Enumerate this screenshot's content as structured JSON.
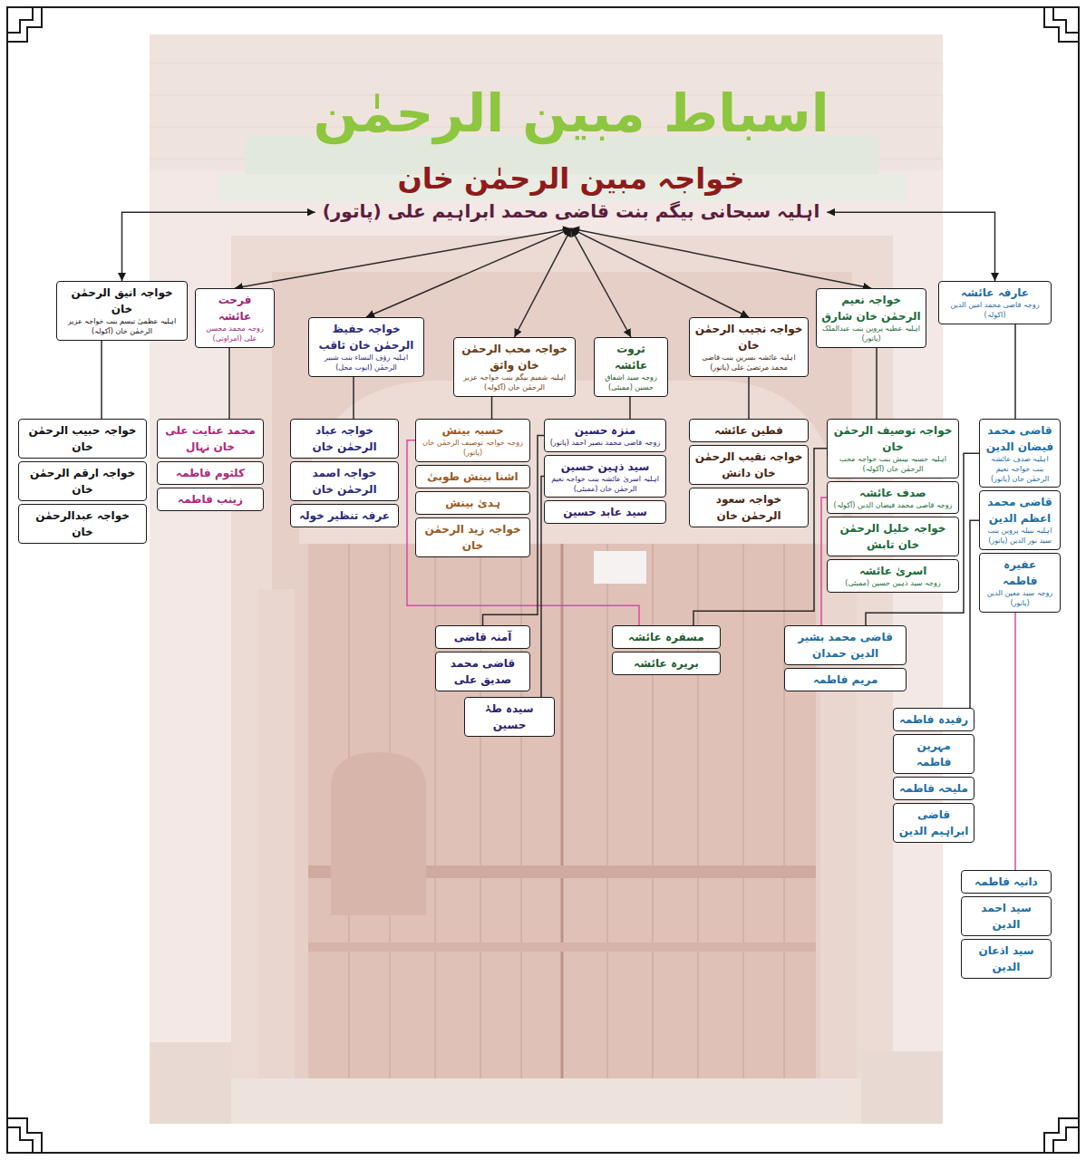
{
  "diagram": {
    "title": "اسباط مبین الرحمٰن",
    "nodes": [
      {
        "text": [
          "خواجہ مبین الرحمٰن خان",
          "اہلیہ سبحانی بیگم بنت قاضی محمد ابراہیم علی (پاتور)"
        ]
      },
      {
        "text": [
          "عارفہ عائشہ",
          "زوجہ قاضی محمد امین الدین (اکولہ)"
        ]
      },
      {
        "text": [
          "خواجہ نعیم الرحمٰن خان شارق",
          "اہلیہ عطیہ پروین بنت عبدالملک (پاتور)"
        ]
      },
      {
        "text": [
          "خواجہ نجیب الرحمٰن خان",
          "اہلیہ عائشہ نسرین بنت قاضی محمد مرتضیٰ علی (پاتور)"
        ]
      },
      {
        "text": [
          "ثروت عائشہ",
          "زوجہ سید اشفاق حسین (ممبئی)"
        ]
      },
      {
        "text": [
          "خواجہ محب الرحمٰن خان واثق",
          "اہلیہ شمیم بیگم بنت خواجہ عزیز الرحمٰن خان (آکولہ)"
        ]
      },
      {
        "text": [
          "خواجہ حفیظ الرحمٰن خان ثاقب",
          "اہلیہ رؤف النساء بنت شبیر الرحمٰن (ایوت محل)"
        ]
      },
      {
        "text": [
          "فرحت عائشہ",
          "زوجہ محمد محسن علی (امراوتی)"
        ]
      },
      {
        "text": [
          "خواجہ انیق الرحمٰن خان",
          "اہلیہ عظمیٰ تبسم بنت خواجہ عزیز الرحمٰن خان (آکولہ)"
        ]
      },
      {
        "text": [
          "قاضی محمد فیضان الدین",
          "اہلیہ صدف عائشہ بنت خواجہ نعیم الرحمٰن خان (پاتور)"
        ]
      },
      {
        "text": [
          "قاضی محمد اعظم الدین",
          "اہلیہ نبیلہ پروین بنت سید نور الدین (پاتور)"
        ]
      },
      {
        "text": [
          "عفیرہ فاطمہ",
          "زوجہ سید معین الدین (پاتور)"
        ]
      },
      {
        "text": [
          "خواجہ توصیف الرحمٰن خان",
          "اہلیہ حسبہ بینش بنت خواجہ محب الرحمٰن خان (آکولہ)"
        ]
      },
      {
        "text": [
          "صدف عائشہ",
          "زوجہ قاضی محمد فیضان الدین (آکولہ)"
        ]
      },
      {
        "text": [
          "خواجہ خلیل الرحمٰن خان تابش"
        ]
      },
      {
        "text": [
          "اسریٰ عائشہ",
          "زوجہ سید ذہین حسین (ممبئی)"
        ]
      },
      {
        "text": [
          "فطین عائشہ"
        ]
      },
      {
        "text": [
          "خواجہ نقیب الرحمٰن خان دانش"
        ]
      },
      {
        "text": [
          "خواجہ سعود الرحمٰن خان"
        ]
      },
      {
        "text": [
          "منزہ حسین",
          "زوجہ قاضی محمد نصیر احمد (پاتور)"
        ]
      },
      {
        "text": [
          "سید ذہین حسین",
          "اہلیہ اسریٰ عائشہ بنت خواجہ نعیم الرحمٰن خان (ممبئی)"
        ]
      },
      {
        "text": [
          "سید عابد حسین"
        ]
      },
      {
        "text": [
          "حسبہ بینش",
          "زوجہ خواجہ توصیف الرحمٰن خان (پاتور)"
        ]
      },
      {
        "text": [
          "اشنا بینش طوبیٰ"
        ]
      },
      {
        "text": [
          "ہدیٰ بینش"
        ]
      },
      {
        "text": [
          "خواجہ زید الرحمٰن خان"
        ]
      },
      {
        "text": [
          "خواجہ عباد الرحمٰن خان"
        ]
      },
      {
        "text": [
          "خواجہ اصمد الرحمٰن خان"
        ]
      },
      {
        "text": [
          "عرفہ تنظیر خولہ"
        ]
      },
      {
        "text": [
          "محمد عنایت علی خان نہال"
        ]
      },
      {
        "text": [
          "کلثوم فاطمہ"
        ]
      },
      {
        "text": [
          "زینب فاطمہ"
        ]
      },
      {
        "text": [
          "خواجہ حبیب الرحمٰن خان"
        ]
      },
      {
        "text": [
          "خواجہ ارقم الرحمٰن خان"
        ]
      },
      {
        "text": [
          "خواجہ عبدالرحمٰن خان"
        ]
      },
      {
        "text": [
          "قاضی محمد بشیر الدین حمدان"
        ]
      },
      {
        "text": [
          "مریم فاطمہ"
        ]
      },
      {
        "text": [
          "مسفرہ عائشہ"
        ]
      },
      {
        "text": [
          "بریرہ عائشہ"
        ]
      },
      {
        "text": [
          "آمنہ قاضی"
        ]
      },
      {
        "text": [
          "قاضی محمد صدیق علی"
        ]
      },
      {
        "text": [
          "سیدہ طہٰ حسین"
        ]
      },
      {
        "text": [
          "رفیدہ فاطمہ"
        ]
      },
      {
        "text": [
          "مہرین فاطمہ"
        ]
      },
      {
        "text": [
          "ملیحہ فاطمہ"
        ]
      },
      {
        "text": [
          "قاضی ابراہیم الدین"
        ]
      },
      {
        "text": [
          "دانیہ فاطمہ"
        ]
      },
      {
        "text": [
          "سید احمد الدین"
        ]
      },
      {
        "text": [
          "سید اذعان الدین"
        ]
      }
    ],
    "edges": [
      {
        "from": 0,
        "to": 1,
        "arrow": "both"
      },
      {
        "from": 0,
        "to": 2,
        "arrow": "both"
      },
      {
        "from": 0,
        "to": 3,
        "arrow": "both"
      },
      {
        "from": 0,
        "to": 4,
        "arrow": "both"
      },
      {
        "from": 0,
        "to": 5,
        "arrow": "both"
      },
      {
        "from": 0,
        "to": 6,
        "arrow": "both"
      },
      {
        "from": 0,
        "to": 7,
        "arrow": "both"
      },
      {
        "from": 0,
        "to": 8,
        "arrow": "both"
      },
      {
        "from": 1,
        "to": 9,
        "arrow": "none"
      },
      {
        "from": 2,
        "to": 12,
        "arrow": "none"
      },
      {
        "from": 3,
        "to": 16,
        "arrow": "none"
      },
      {
        "from": 4,
        "to": 19,
        "arrow": "none"
      },
      {
        "from": 5,
        "to": 22,
        "arrow": "none"
      },
      {
        "from": 6,
        "to": 26,
        "arrow": "none"
      },
      {
        "from": 7,
        "to": 29,
        "arrow": "none"
      },
      {
        "from": 8,
        "to": 32,
        "arrow": "none"
      },
      {
        "from": 13,
        "to": 35,
        "arrow": "none"
      },
      {
        "from": 9,
        "to": 35,
        "arrow": "none"
      },
      {
        "from": 22,
        "to": 37,
        "arrow": "none"
      },
      {
        "from": 12,
        "to": 37,
        "arrow": "none"
      },
      {
        "from": 19,
        "to": 39,
        "arrow": "none"
      },
      {
        "from": 20,
        "to": 41,
        "arrow": "none"
      },
      {
        "from": 10,
        "to": 42,
        "arrow": "none"
      },
      {
        "from": 11,
        "to": 46,
        "arrow": "none"
      }
    ]
  }
}
